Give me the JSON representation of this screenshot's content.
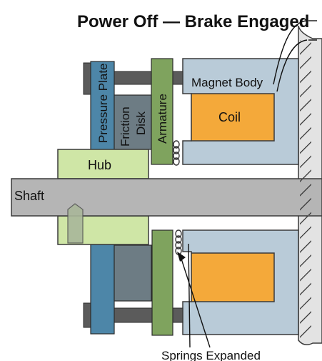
{
  "title": "Power Off — Brake Engaged",
  "labels": {
    "magnet_body": "Magnet Body",
    "coil": "Coil",
    "hub": "Hub",
    "shaft": "Shaft",
    "pressure_plate": "Pressure Plate",
    "friction": "Friction",
    "disk": "Disk",
    "armature": "Armature",
    "springs": "Springs Expanded"
  },
  "colors": {
    "magnet_body": "#b9cbd8",
    "coil": "#f4a93a",
    "hub": "#cfe6a6",
    "shaft": "#b5b5b5",
    "pressure_plate": "#4d86a8",
    "friction_disk": "#6d7c84",
    "armature": "#7fa35e",
    "bolt": "#5b5b5b",
    "wall": "#e3e3e3",
    "outline": "#3a3a3a"
  }
}
